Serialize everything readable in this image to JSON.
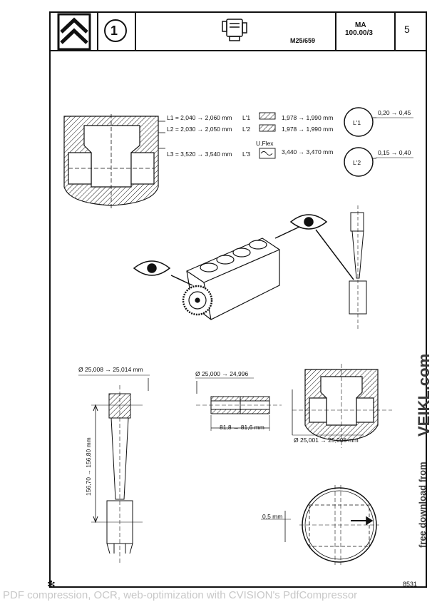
{
  "header": {
    "section_number": "1",
    "model_code": "M25/659",
    "doc_line1": "MA",
    "doc_line2": "100.00/3",
    "page_number": "5"
  },
  "piston_rings": {
    "l1": "L1 = 2,040 → 2,060 mm",
    "l2": "L2 = 2,030 → 2,050 mm",
    "l3": "L3 = 3,520 → 3,540 mm",
    "ring_l1": "L'1",
    "ring_l2": "L'2",
    "ring_l3": "L'3",
    "uflex": "U.Flex",
    "w1": "1,978 → 1,990 mm",
    "w2": "1,978 → 1,990 mm",
    "w3": "3,440 → 3,470 mm",
    "gap_ring1_label": "L'1",
    "gap_ring1": "0,20 → 0,45",
    "gap_ring2_label": "L'2",
    "gap_ring2": "0,15 → 0,40"
  },
  "conrod": {
    "small_end_dia": "Ø 25,008 → 25,014 mm",
    "center_distance": "156,70 → 156,80 mm"
  },
  "pin": {
    "diameter": "Ø 25,000 → 24,996",
    "length": "81,8 → 81,6 mm"
  },
  "piston_bore": {
    "diameter": "Ø 25,001 → 25,006 mm",
    "offset": "0,5 mm"
  },
  "footer": {
    "code": "8531",
    "asterisk": "✻",
    "watermark": "PDF compression, OCR, web-optimization with CVISION's PdfCompressor",
    "side_text": "free download from",
    "side_brand": "VEIKL.com"
  }
}
